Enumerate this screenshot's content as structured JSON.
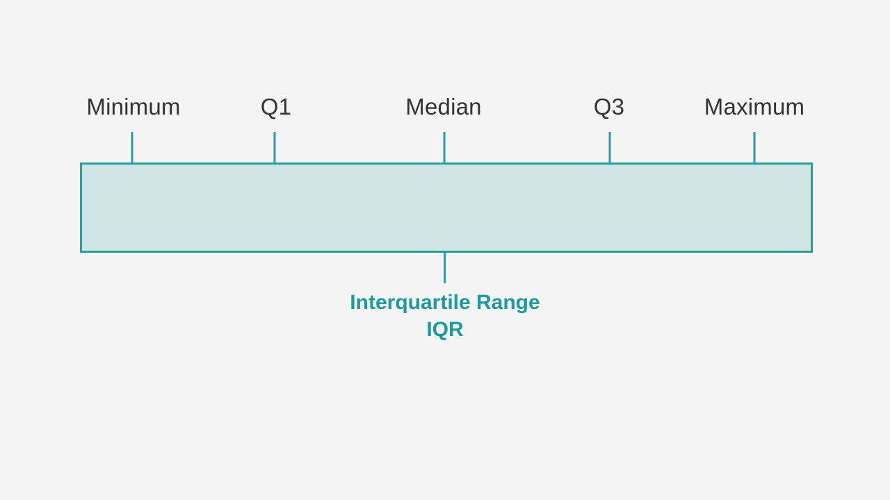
{
  "diagram": {
    "markers": [
      {
        "label": "Minimum"
      },
      {
        "label": "Q1"
      },
      {
        "label": "Median"
      },
      {
        "label": "Q3"
      },
      {
        "label": "Maximum"
      }
    ],
    "caption_line1": "Interquartile Range",
    "caption_line2": "IQR"
  },
  "colors": {
    "background": "#f4f4f4",
    "accent": "#2a9d9f",
    "bar_fill": "#cfe6e5",
    "caption_text": "#1e9a9c",
    "label_text": "#333333"
  }
}
